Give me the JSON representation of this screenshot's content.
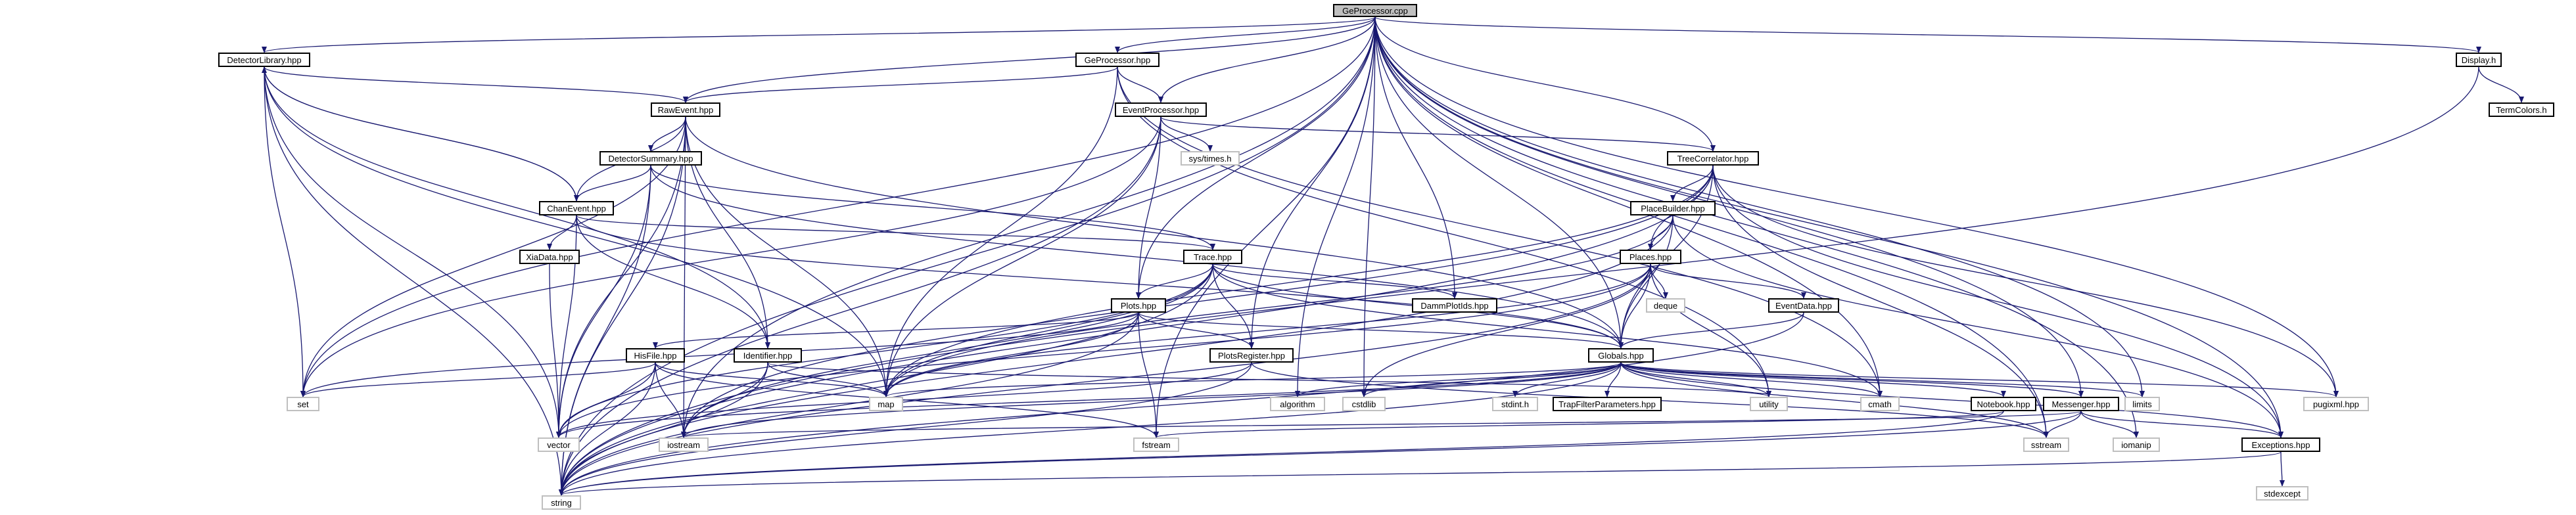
{
  "graph_title": "",
  "colors": {
    "edge": "#191970",
    "node_border": "#000000",
    "ext_border": "#bfbfbf",
    "root_fill": "#bfbfbf",
    "node_fill": "#ffffff"
  },
  "nodes": {
    "geprocessor_cpp": "GeProcessor.cpp",
    "detectorlibrary_hpp": "DetectorLibrary.hpp",
    "geprocessor_hpp": "GeProcessor.hpp",
    "display_h": "Display.h",
    "termcolors_h": "TermColors.h",
    "rawevent_hpp": "RawEvent.hpp",
    "eventprocessor_hpp": "EventProcessor.hpp",
    "detectorsummary_hpp": "DetectorSummary.hpp",
    "systimes_h": "sys/times.h",
    "treecorrelator_hpp": "TreeCorrelator.hpp",
    "chanevent_hpp": "ChanEvent.hpp",
    "placebuilder_hpp": "PlaceBuilder.hpp",
    "xiadata_hpp": "XiaData.hpp",
    "places_hpp": "Places.hpp",
    "trace_hpp": "Trace.hpp",
    "dammplotids_hpp": "DammPlotIds.hpp",
    "plots_hpp": "Plots.hpp",
    "deque": "deque",
    "eventdata_hpp": "EventData.hpp",
    "globals_hpp": "Globals.hpp",
    "hisfile_hpp": "HisFile.hpp",
    "identifier_hpp": "Identifier.hpp",
    "plotsregister_hpp": "PlotsRegister.hpp",
    "set": "set",
    "map": "map",
    "algorithm": "algorithm",
    "cstdlib": "cstdlib",
    "stdint_h": "stdint.h",
    "trapfilterparameters_hpp": "TrapFilterParameters.hpp",
    "utility": "utility",
    "cmath": "cmath",
    "limits": "limits",
    "pugixml_hpp": "pugixml.hpp",
    "notebook_hpp": "Notebook.hpp",
    "messenger_hpp": "Messenger.hpp",
    "iostream": "iostream",
    "vector": "vector",
    "fstream": "fstream",
    "sstream": "sstream",
    "iomanip": "iomanip",
    "exceptions_hpp": "Exceptions.hpp",
    "string": "string",
    "stdexcept": "stdexcept"
  },
  "edges": [
    [
      "geprocessor_cpp",
      "detectorlibrary_hpp"
    ],
    [
      "geprocessor_cpp",
      "geprocessor_hpp"
    ],
    [
      "geprocessor_cpp",
      "display_h"
    ],
    [
      "geprocessor_cpp",
      "rawevent_hpp"
    ],
    [
      "geprocessor_cpp",
      "eventprocessor_hpp"
    ],
    [
      "geprocessor_cpp",
      "treecorrelator_hpp"
    ],
    [
      "geprocessor_cpp",
      "dammplotids_hpp"
    ],
    [
      "geprocessor_cpp",
      "plots_hpp"
    ],
    [
      "geprocessor_cpp",
      "plotsregister_hpp"
    ],
    [
      "geprocessor_cpp",
      "set"
    ],
    [
      "geprocessor_cpp",
      "iostream"
    ],
    [
      "geprocessor_cpp",
      "fstream"
    ],
    [
      "geprocessor_cpp",
      "algorithm"
    ],
    [
      "geprocessor_cpp",
      "cstdlib"
    ],
    [
      "geprocessor_cpp",
      "cmath"
    ],
    [
      "geprocessor_cpp",
      "limits"
    ],
    [
      "geprocessor_cpp",
      "pugixml_hpp"
    ],
    [
      "geprocessor_cpp",
      "messenger_hpp"
    ],
    [
      "geprocessor_cpp",
      "exceptions_hpp"
    ],
    [
      "geprocessor_cpp",
      "sstream"
    ],
    [
      "geprocessor_cpp",
      "iomanip"
    ],
    [
      "geprocessor_cpp",
      "string"
    ],
    [
      "geprocessor_cpp",
      "globals_hpp"
    ],
    [
      "detectorlibrary_hpp",
      "rawevent_hpp"
    ],
    [
      "detectorlibrary_hpp",
      "chanevent_hpp"
    ],
    [
      "detectorlibrary_hpp",
      "identifier_hpp"
    ],
    [
      "detectorlibrary_hpp",
      "set"
    ],
    [
      "detectorlibrary_hpp",
      "map"
    ],
    [
      "detectorlibrary_hpp",
      "vector"
    ],
    [
      "detectorlibrary_hpp",
      "string"
    ],
    [
      "geprocessor_hpp",
      "rawevent_hpp"
    ],
    [
      "geprocessor_hpp",
      "eventprocessor_hpp"
    ],
    [
      "geprocessor_hpp",
      "map"
    ],
    [
      "geprocessor_hpp",
      "cmath"
    ],
    [
      "geprocessor_hpp",
      "utility"
    ],
    [
      "display_h",
      "termcolors_h"
    ],
    [
      "display_h",
      "string"
    ],
    [
      "rawevent_hpp",
      "detectorsummary_hpp"
    ],
    [
      "rawevent_hpp",
      "chanevent_hpp"
    ],
    [
      "rawevent_hpp",
      "identifier_hpp"
    ],
    [
      "rawevent_hpp",
      "globals_hpp"
    ],
    [
      "rawevent_hpp",
      "set"
    ],
    [
      "rawevent_hpp",
      "map"
    ],
    [
      "rawevent_hpp",
      "vector"
    ],
    [
      "rawevent_hpp",
      "iostream"
    ],
    [
      "rawevent_hpp",
      "string"
    ],
    [
      "eventprocessor_hpp",
      "systimes_h"
    ],
    [
      "eventprocessor_hpp",
      "treecorrelator_hpp"
    ],
    [
      "eventprocessor_hpp",
      "plots_hpp"
    ],
    [
      "eventprocessor_hpp",
      "map"
    ],
    [
      "eventprocessor_hpp",
      "set"
    ],
    [
      "eventprocessor_hpp",
      "string"
    ],
    [
      "detectorsummary_hpp",
      "chanevent_hpp"
    ],
    [
      "detectorsummary_hpp",
      "globals_hpp"
    ],
    [
      "detectorsummary_hpp",
      "vector"
    ],
    [
      "detectorsummary_hpp",
      "string"
    ],
    [
      "detectorsummary_hpp",
      "trace_hpp"
    ],
    [
      "treecorrelator_hpp",
      "placebuilder_hpp"
    ],
    [
      "treecorrelator_hpp",
      "places_hpp"
    ],
    [
      "treecorrelator_hpp",
      "globals_hpp"
    ],
    [
      "treecorrelator_hpp",
      "pugixml_hpp"
    ],
    [
      "treecorrelator_hpp",
      "exceptions_hpp"
    ],
    [
      "treecorrelator_hpp",
      "map"
    ],
    [
      "treecorrelator_hpp",
      "sstream"
    ],
    [
      "treecorrelator_hpp",
      "string"
    ],
    [
      "treecorrelator_hpp",
      "iostream"
    ],
    [
      "chanevent_hpp",
      "xiadata_hpp"
    ],
    [
      "chanevent_hpp",
      "trace_hpp"
    ],
    [
      "chanevent_hpp",
      "identifier_hpp"
    ],
    [
      "chanevent_hpp",
      "globals_hpp"
    ],
    [
      "chanevent_hpp",
      "vector"
    ],
    [
      "chanevent_hpp",
      "detectorlibrary_hpp"
    ],
    [
      "placebuilder_hpp",
      "places_hpp"
    ],
    [
      "placebuilder_hpp",
      "globals_hpp"
    ],
    [
      "placebuilder_hpp",
      "exceptions_hpp"
    ],
    [
      "placebuilder_hpp",
      "map"
    ],
    [
      "placebuilder_hpp",
      "string"
    ],
    [
      "xiadata_hpp",
      "vector"
    ],
    [
      "places_hpp",
      "deque"
    ],
    [
      "places_hpp",
      "eventdata_hpp"
    ],
    [
      "places_hpp",
      "globals_hpp"
    ],
    [
      "places_hpp",
      "map"
    ],
    [
      "places_hpp",
      "utility"
    ],
    [
      "places_hpp",
      "cstdlib"
    ],
    [
      "places_hpp",
      "vector"
    ],
    [
      "places_hpp",
      "string"
    ],
    [
      "trace_hpp",
      "dammplotids_hpp"
    ],
    [
      "trace_hpp",
      "plots_hpp"
    ],
    [
      "trace_hpp",
      "plotsregister_hpp"
    ],
    [
      "trace_hpp",
      "globals_hpp"
    ],
    [
      "trace_hpp",
      "map"
    ],
    [
      "trace_hpp",
      "vector"
    ],
    [
      "trace_hpp",
      "iostream"
    ],
    [
      "trace_hpp",
      "cmath"
    ],
    [
      "trace_hpp",
      "string"
    ],
    [
      "plots_hpp",
      "hisfile_hpp"
    ],
    [
      "plots_hpp",
      "plotsregister_hpp"
    ],
    [
      "plots_hpp",
      "globals_hpp"
    ],
    [
      "plots_hpp",
      "map"
    ],
    [
      "plots_hpp",
      "set"
    ],
    [
      "plots_hpp",
      "fstream"
    ],
    [
      "plots_hpp",
      "string"
    ],
    [
      "eventdata_hpp",
      "globals_hpp"
    ],
    [
      "eventdata_hpp",
      "string"
    ],
    [
      "globals_hpp",
      "messenger_hpp"
    ],
    [
      "globals_hpp",
      "exceptions_hpp"
    ],
    [
      "globals_hpp",
      "notebook_hpp"
    ],
    [
      "globals_hpp",
      "map"
    ],
    [
      "globals_hpp",
      "algorithm"
    ],
    [
      "globals_hpp",
      "cstdlib"
    ],
    [
      "globals_hpp",
      "stdint_h"
    ],
    [
      "globals_hpp",
      "trapfilterparameters_hpp"
    ],
    [
      "globals_hpp",
      "utility"
    ],
    [
      "globals_hpp",
      "cmath"
    ],
    [
      "globals_hpp",
      "limits"
    ],
    [
      "globals_hpp",
      "pugixml_hpp"
    ],
    [
      "globals_hpp",
      "sstream"
    ],
    [
      "globals_hpp",
      "string"
    ],
    [
      "globals_hpp",
      "vector"
    ],
    [
      "globals_hpp",
      "iostream"
    ],
    [
      "hisfile_hpp",
      "set"
    ],
    [
      "hisfile_hpp",
      "map"
    ],
    [
      "hisfile_hpp",
      "vector"
    ],
    [
      "hisfile_hpp",
      "iostream"
    ],
    [
      "hisfile_hpp",
      "fstream"
    ],
    [
      "hisfile_hpp",
      "string"
    ],
    [
      "identifier_hpp",
      "map"
    ],
    [
      "identifier_hpp",
      "string"
    ],
    [
      "identifier_hpp",
      "iostream"
    ],
    [
      "identifier_hpp",
      "utility"
    ],
    [
      "plotsregister_hpp",
      "string"
    ],
    [
      "plotsregister_hpp",
      "vector"
    ],
    [
      "plotsregister_hpp",
      "sstream"
    ],
    [
      "notebook_hpp",
      "fstream"
    ],
    [
      "notebook_hpp",
      "string"
    ],
    [
      "messenger_hpp",
      "iostream"
    ],
    [
      "messenger_hpp",
      "sstream"
    ],
    [
      "messenger_hpp",
      "iomanip"
    ],
    [
      "messenger_hpp",
      "string"
    ],
    [
      "messenger_hpp",
      "exceptions_hpp"
    ],
    [
      "exceptions_hpp",
      "stdexcept"
    ],
    [
      "exceptions_hpp",
      "string"
    ]
  ]
}
